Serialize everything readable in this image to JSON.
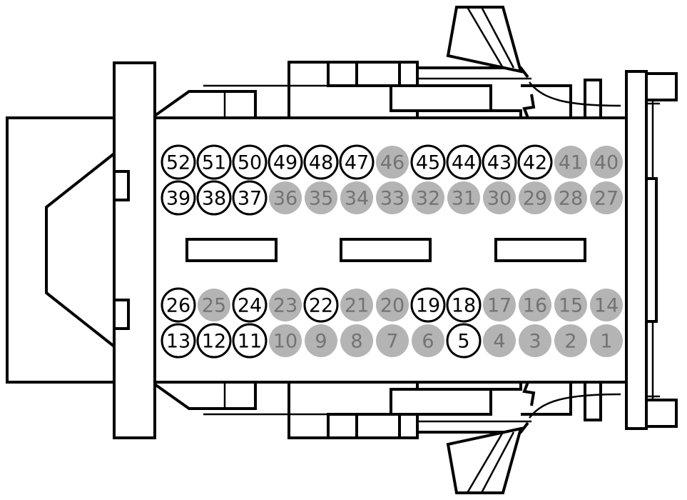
{
  "colors": {
    "active_fill": "#ffffff",
    "active_stroke": "#000000",
    "active_text": "#000000",
    "inactive_fill": "#b4b4b4",
    "inactive_text": "#737373"
  },
  "pin_rows": [
    {
      "name": "row-top-outer",
      "pins": [
        {
          "n": "52",
          "active": true
        },
        {
          "n": "51",
          "active": true
        },
        {
          "n": "50",
          "active": true
        },
        {
          "n": "49",
          "active": true
        },
        {
          "n": "48",
          "active": true
        },
        {
          "n": "47",
          "active": true
        },
        {
          "n": "46",
          "active": false
        },
        {
          "n": "45",
          "active": true
        },
        {
          "n": "44",
          "active": true
        },
        {
          "n": "43",
          "active": true
        },
        {
          "n": "42",
          "active": true
        },
        {
          "n": "41",
          "active": false
        },
        {
          "n": "40",
          "active": false
        }
      ]
    },
    {
      "name": "row-top-inner",
      "pins": [
        {
          "n": "39",
          "active": true
        },
        {
          "n": "38",
          "active": true
        },
        {
          "n": "37",
          "active": true
        },
        {
          "n": "36",
          "active": false
        },
        {
          "n": "35",
          "active": false
        },
        {
          "n": "34",
          "active": false
        },
        {
          "n": "33",
          "active": false
        },
        {
          "n": "32",
          "active": false
        },
        {
          "n": "31",
          "active": false
        },
        {
          "n": "30",
          "active": false
        },
        {
          "n": "29",
          "active": false
        },
        {
          "n": "28",
          "active": false
        },
        {
          "n": "27",
          "active": false
        }
      ]
    },
    {
      "name": "row-bottom-inner",
      "pins": [
        {
          "n": "26",
          "active": true
        },
        {
          "n": "25",
          "active": false
        },
        {
          "n": "24",
          "active": true
        },
        {
          "n": "23",
          "active": false
        },
        {
          "n": "22",
          "active": true
        },
        {
          "n": "21",
          "active": false
        },
        {
          "n": "20",
          "active": false
        },
        {
          "n": "19",
          "active": true
        },
        {
          "n": "18",
          "active": true
        },
        {
          "n": "17",
          "active": false
        },
        {
          "n": "16",
          "active": false
        },
        {
          "n": "15",
          "active": false
        },
        {
          "n": "14",
          "active": false
        }
      ]
    },
    {
      "name": "row-bottom-outer",
      "pins": [
        {
          "n": "13",
          "active": true
        },
        {
          "n": "12",
          "active": true
        },
        {
          "n": "11",
          "active": true
        },
        {
          "n": "10",
          "active": false
        },
        {
          "n": "9",
          "active": false
        },
        {
          "n": "8",
          "active": false
        },
        {
          "n": "7",
          "active": false
        },
        {
          "n": "6",
          "active": false
        },
        {
          "n": "5",
          "active": true
        },
        {
          "n": "4",
          "active": false
        },
        {
          "n": "3",
          "active": false
        },
        {
          "n": "2",
          "active": false
        },
        {
          "n": "1",
          "active": false
        }
      ]
    }
  ]
}
